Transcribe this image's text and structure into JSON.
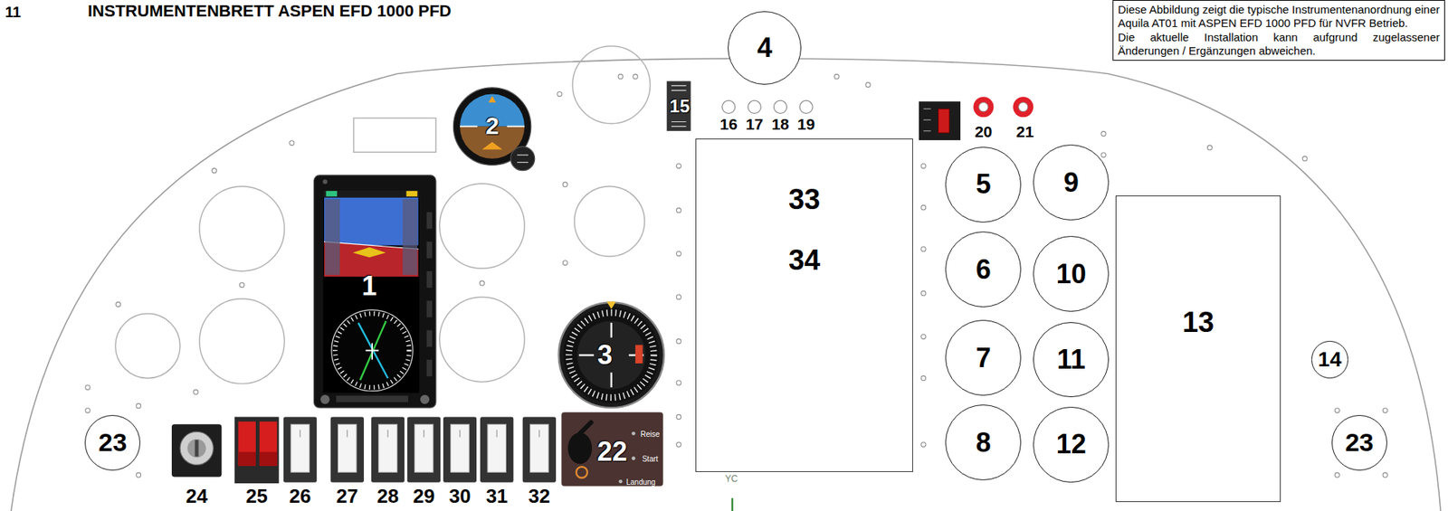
{
  "diagram": {
    "title": "INSTRUMENTENBRETT ASPEN EFD 1000 PFD",
    "nodes": [
      {
        "text": [
          "Diese Abbildung zeigt die typische Instrumentenanordnung einer Aquila AT01 mit ASPEN EFD 1000 PFD für NVFR Betrieb.",
          "Die aktuelle Installation kann aufgrund zugelassener Änderungen / Ergänzungen abweichen."
        ]
      },
      {
        "text": [
          "4"
        ]
      },
      {
        "text": [
          "33",
          "34"
        ]
      },
      {
        "text": [
          "5"
        ]
      },
      {
        "text": [
          "9"
        ]
      },
      {
        "text": [
          "6"
        ]
      },
      {
        "text": [
          "10"
        ]
      },
      {
        "text": [
          "7"
        ]
      },
      {
        "text": [
          "11"
        ]
      },
      {
        "text": [
          "13"
        ]
      },
      {
        "text": [
          "8"
        ]
      },
      {
        "text": [
          "12"
        ]
      },
      {
        "text": [
          "14"
        ]
      },
      {
        "text": [
          "23"
        ]
      },
      {
        "text": [
          "23"
        ]
      }
    ],
    "labels": [
      "11",
      "2",
      "15",
      "16",
      "17",
      "18",
      "19",
      "20",
      "21",
      "1",
      "3",
      "22",
      "Reise",
      "Start",
      "Landung",
      "24",
      "25",
      "26",
      "27",
      "28",
      "29",
      "30",
      "31",
      "32",
      "YC"
    ]
  }
}
